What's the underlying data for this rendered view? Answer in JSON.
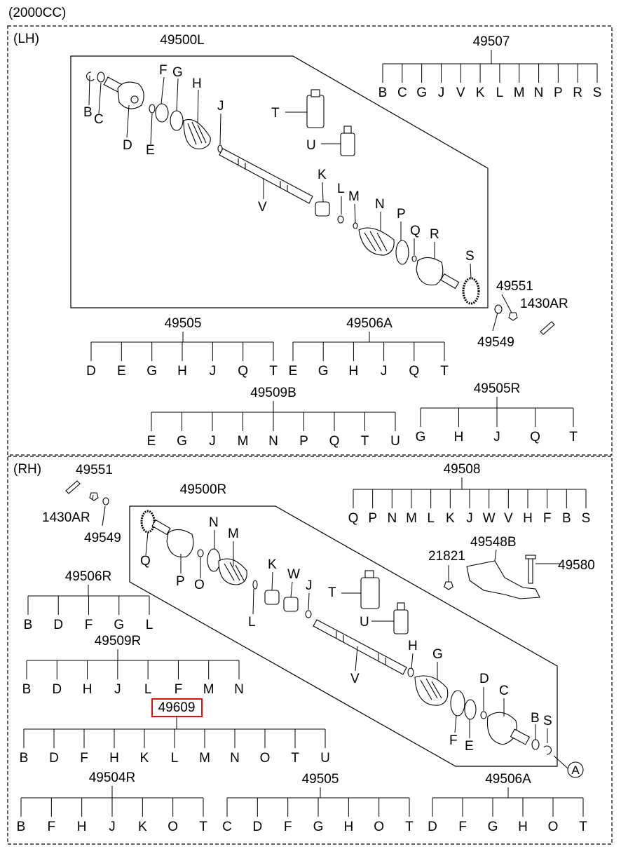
{
  "header": {
    "engine": "(2000CC)"
  },
  "lh": {
    "section_label": "(LH)",
    "assembly_no": "49500L",
    "kit_49507": {
      "no": "49507",
      "letters": [
        "B",
        "C",
        "G",
        "J",
        "V",
        "K",
        "L",
        "M",
        "N",
        "P",
        "R",
        "S"
      ]
    },
    "kit_49505": {
      "no": "49505",
      "letters": [
        "D",
        "E",
        "G",
        "H",
        "J",
        "Q",
        "T"
      ]
    },
    "kit_49506A": {
      "no": "49506A",
      "letters": [
        "E",
        "G",
        "H",
        "J",
        "Q",
        "T"
      ]
    },
    "kit_49509B": {
      "no": "49509B",
      "letters": [
        "E",
        "G",
        "J",
        "M",
        "N",
        "P",
        "Q",
        "T",
        "U"
      ]
    },
    "kit_49505R": {
      "no": "49505R",
      "letters": [
        "G",
        "H",
        "J",
        "Q",
        "T"
      ]
    },
    "hardware": {
      "p49551": "49551",
      "p1430AR": "1430AR",
      "p49549": "49549"
    },
    "callouts": {
      "B": "B",
      "C": "C",
      "D": "D",
      "E": "E",
      "F": "F",
      "G": "G",
      "H": "H",
      "J": "J",
      "T": "T",
      "U": "U",
      "V": "V",
      "K": "K",
      "L": "L",
      "M": "M",
      "N": "N",
      "P": "P",
      "Q": "Q",
      "R": "R",
      "S": "S"
    }
  },
  "rh": {
    "section_label": "(RH)",
    "assembly_no": "49500R",
    "kit_49508": {
      "no": "49508",
      "letters": [
        "Q",
        "P",
        "N",
        "M",
        "L",
        "K",
        "J",
        "W",
        "V",
        "H",
        "F",
        "B",
        "S"
      ]
    },
    "hardware": {
      "p49551": "49551",
      "p1430AR": "1430AR",
      "p49549": "49549",
      "p21821": "21821",
      "p49548B": "49548B",
      "p49580": "49580"
    },
    "kit_49506R": {
      "no": "49506R",
      "letters": [
        "B",
        "D",
        "F",
        "G",
        "L"
      ]
    },
    "kit_49509R": {
      "no": "49509R",
      "letters": [
        "B",
        "D",
        "H",
        "J",
        "L",
        "F",
        "M",
        "N"
      ]
    },
    "kit_49609": {
      "no": "49609",
      "letters": [
        "B",
        "D",
        "F",
        "H",
        "K",
        "L",
        "M",
        "N",
        "O",
        "T",
        "U"
      ],
      "highlight_color": "#e01010"
    },
    "kit_49504R": {
      "no": "49504R",
      "letters": [
        "B",
        "F",
        "H",
        "J",
        "K",
        "O",
        "T"
      ]
    },
    "kit_49505": {
      "no": "49505",
      "letters": [
        "C",
        "D",
        "F",
        "G",
        "H",
        "O",
        "T"
      ]
    },
    "kit_49506A": {
      "no": "49506A",
      "letters": [
        "D",
        "F",
        "G",
        "H",
        "O",
        "T"
      ]
    },
    "callouts": {
      "Q": "Q",
      "P": "P",
      "O": "O",
      "N": "N",
      "M": "M",
      "L": "L",
      "K": "K",
      "W": "W",
      "J": "J",
      "T": "T",
      "U": "U",
      "V": "V",
      "H": "H",
      "G": "G",
      "F": "F",
      "E": "E",
      "D": "D",
      "C": "C",
      "B": "B",
      "S": "S"
    },
    "ref_circle": "A"
  }
}
